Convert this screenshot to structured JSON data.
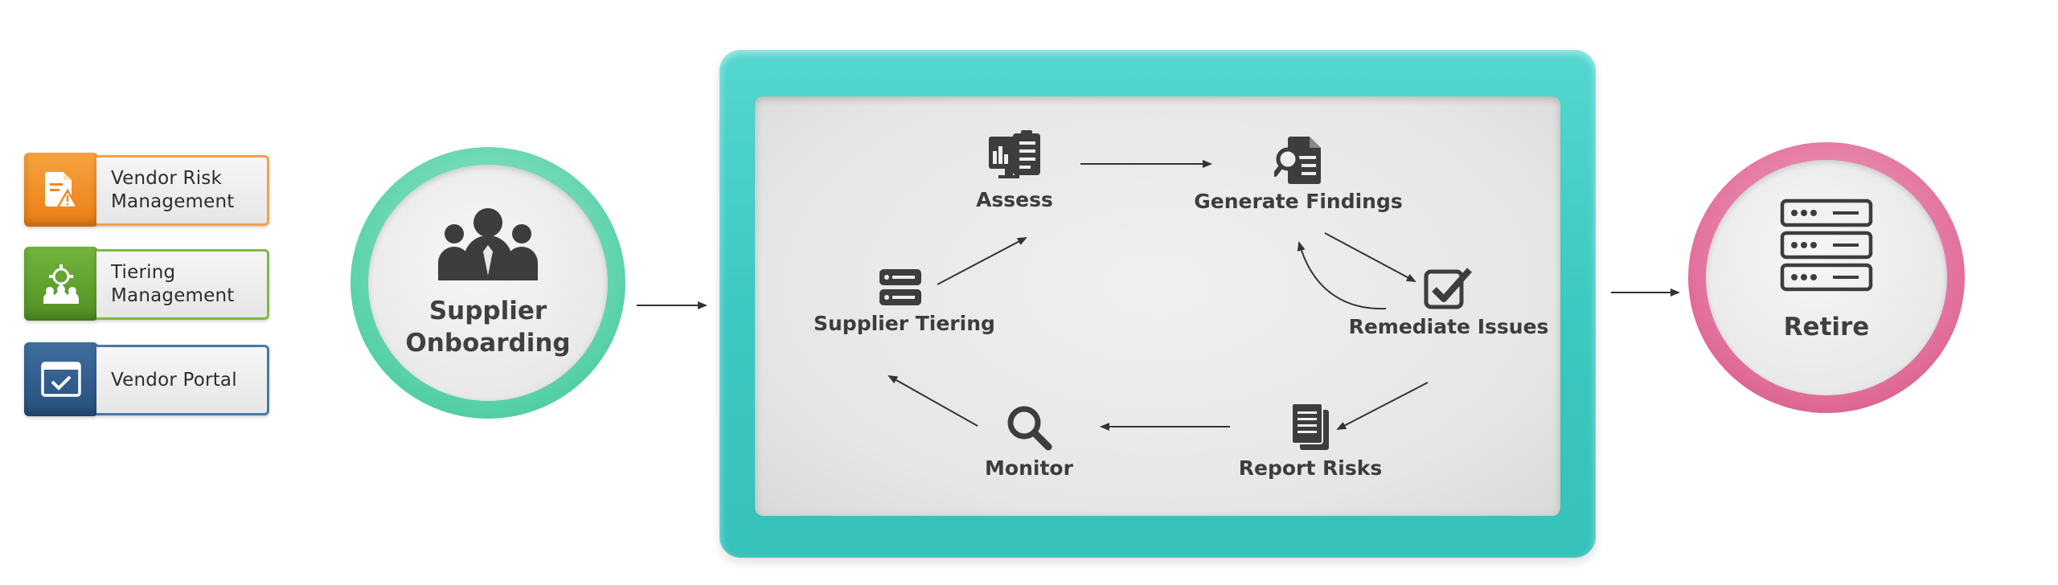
{
  "legend": [
    {
      "label": "Vendor Risk\nManagement",
      "icon": "document-warning-icon",
      "color": "#f28a1e",
      "border": "#f29a3a"
    },
    {
      "label": "Tiering\nManagement",
      "icon": "gear-people-icon",
      "color": "#5b9e2c",
      "border": "#73b13e"
    },
    {
      "label": "Vendor Portal",
      "icon": "checked-window-icon",
      "color": "#2f5d8c",
      "border": "#3d6b9b"
    }
  ],
  "onboarding": {
    "title": "Supplier\nOnboarding",
    "icon": "people-group-icon",
    "ring_color": "#62d9b0"
  },
  "retire": {
    "title": "Retire",
    "icon": "server-rack-icon",
    "ring_color": "#dd5f8d"
  },
  "cycle": {
    "assess": {
      "label": "Assess",
      "icon": "assessment-board-icon"
    },
    "generate_findings": {
      "label": "Generate Findings",
      "icon": "document-search-icon"
    },
    "remediate_issues": {
      "label": "Remediate Issues",
      "icon": "checkbox-icon"
    },
    "report_risks": {
      "label": "Report Risks",
      "icon": "documents-icon"
    },
    "monitor": {
      "label": "Monitor",
      "icon": "magnifier-icon"
    },
    "supplier_tiering": {
      "label": "Supplier Tiering",
      "icon": "list-tier-icon"
    }
  },
  "colors": {
    "panel": "#3cc9c2",
    "text": "#3d3d3d",
    "arrow": "#333333"
  }
}
